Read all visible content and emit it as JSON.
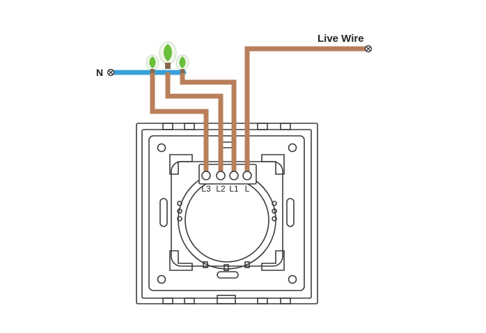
{
  "labels": {
    "neutral": "N",
    "live": "Live Wire",
    "terminals": [
      "L3",
      "L2",
      "L1",
      "L"
    ]
  },
  "colors": {
    "live_wire": "#b87f5a",
    "neutral_wire": "#3aa0d8",
    "outline": "#3a3a3a",
    "lamp_leaf": "#6abf3a"
  },
  "icons": {
    "lamps": [
      "lamp-icon",
      "lamp-icon",
      "lamp-icon"
    ]
  }
}
